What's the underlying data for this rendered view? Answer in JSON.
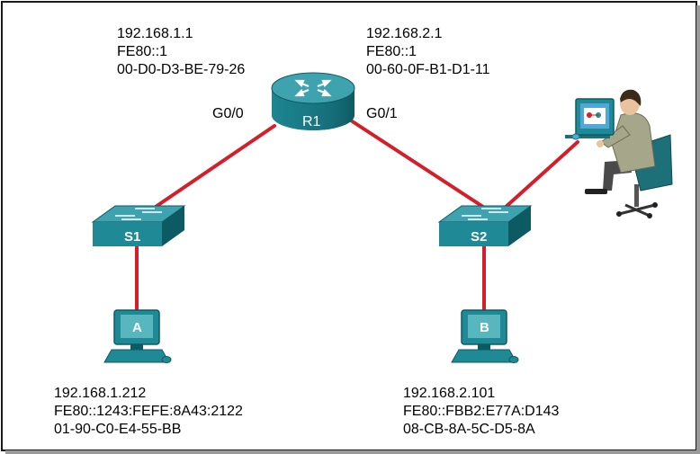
{
  "router": {
    "label": "R1",
    "port_left": "G0/0",
    "port_right": "G0/1",
    "left_addresses": [
      "192.168.1.1",
      "FE80::1",
      "00-D0-D3-BE-79-26"
    ],
    "right_addresses": [
      "192.168.2.1",
      "FE80::1",
      "00-60-0F-B1-D1-11"
    ]
  },
  "switches": {
    "s1": "S1",
    "s2": "S2"
  },
  "hosts": {
    "a": {
      "label": "A",
      "addresses": [
        "192.168.1.212",
        "FE80::1243:FEFE:8A43:2122",
        "01-90-C0-E4-55-BB"
      ]
    },
    "b": {
      "label": "B",
      "addresses": [
        "192.168.2.101",
        "FE80::FBB2:E77A:D143",
        "08-CB-8A-5C-D5-8A"
      ]
    }
  },
  "colors": {
    "link": "#d41f2a",
    "device_teal": "#1f8a96",
    "device_dark": "#0e5a63",
    "device_light": "#58b6bf"
  }
}
